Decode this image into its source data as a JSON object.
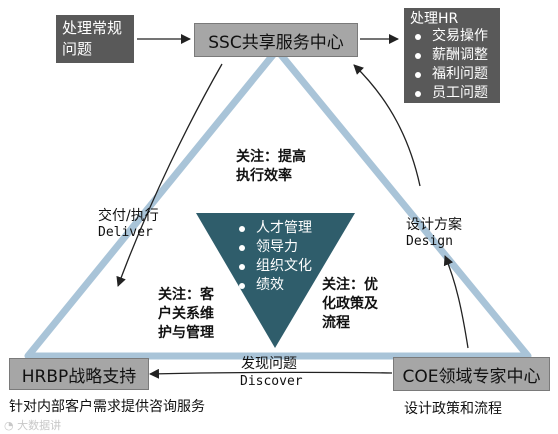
{
  "top_left": {
    "text": "处理常规\n问题"
  },
  "ssc": {
    "label": "SSC共享服务中心"
  },
  "hr_box": {
    "title": "处理HR",
    "items": [
      "交易操作",
      "薪酬调整",
      "福利问题",
      "员工问题"
    ]
  },
  "inner": {
    "top": "关注：提高\n执行效率",
    "left": "关注：客\n户关系维\n护与管理",
    "right": "关注：优\n化政策及\n流程",
    "center_items": [
      "人才管理",
      "领导力",
      "组织文化",
      "绩效"
    ]
  },
  "edges": {
    "deliver_cn": "交付/执行",
    "deliver_en": "Deliver",
    "design_cn": "设计方案",
    "design_en": "Design",
    "discover_cn": "发现问题",
    "discover_en": "Discover"
  },
  "hrbp": {
    "label": "HRBP战略支持",
    "desc": "针对内部客户需求提供咨询服务"
  },
  "coe": {
    "label": "COE领域专家中心",
    "desc": "设计政策和流程"
  },
  "watermark": "大数据讲",
  "colors": {
    "teal": "#2f5d6b",
    "gray_box": "#a6a6a6",
    "dark_box": "#595959"
  }
}
